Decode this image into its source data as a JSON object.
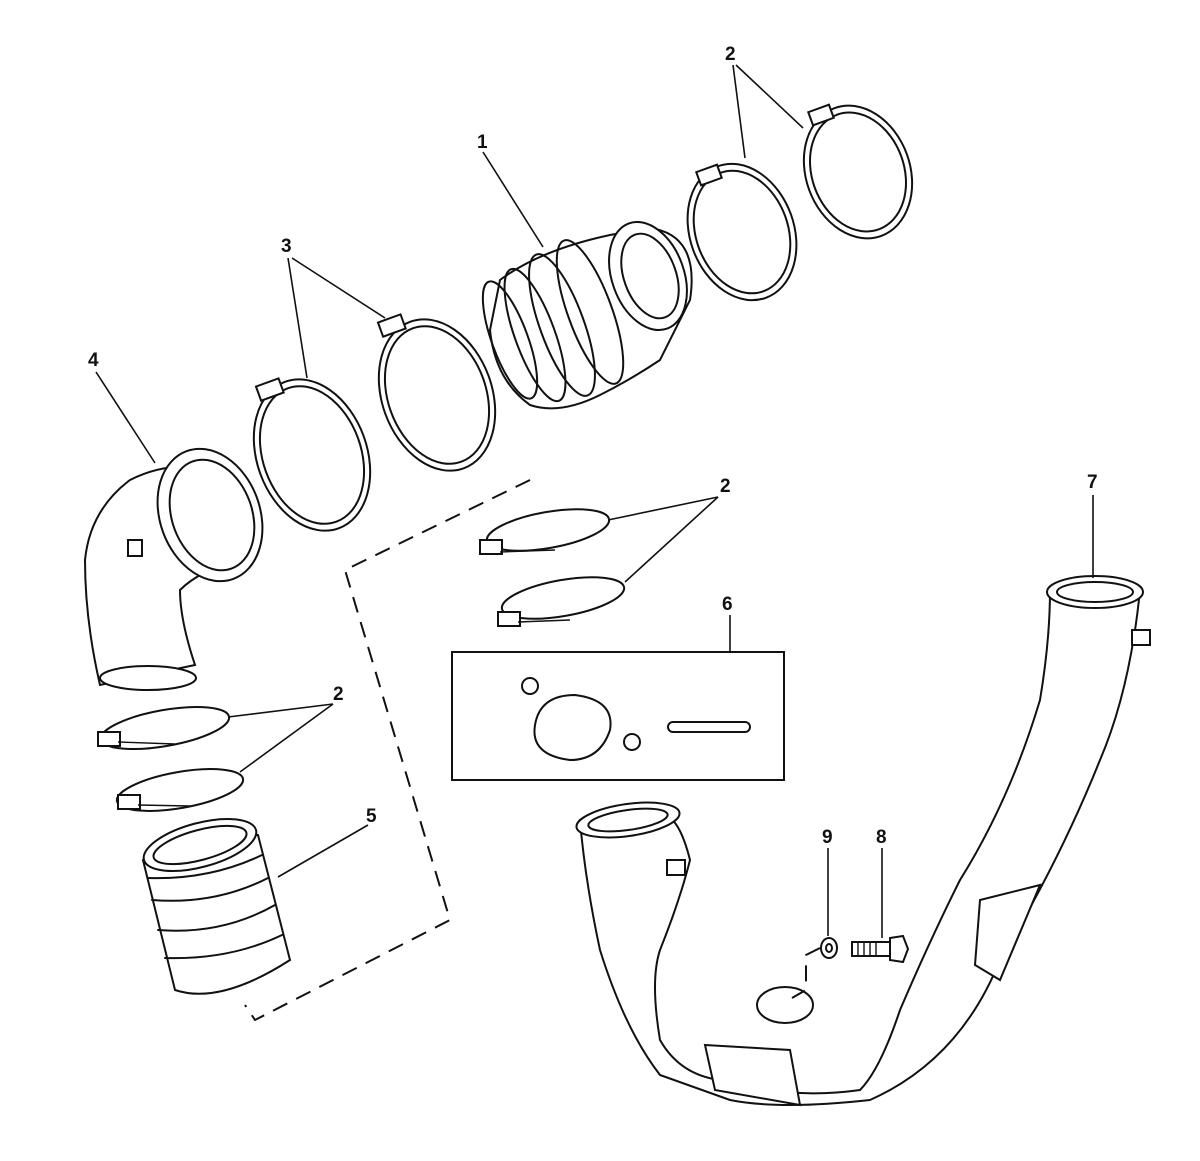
{
  "callouts": {
    "c1": "1",
    "c2a": "2",
    "c2b": "2",
    "c2c": "2",
    "c3": "3",
    "c4": "4",
    "c5": "5",
    "c6": "6",
    "c7": "7",
    "c8": "8",
    "c9": "9"
  }
}
